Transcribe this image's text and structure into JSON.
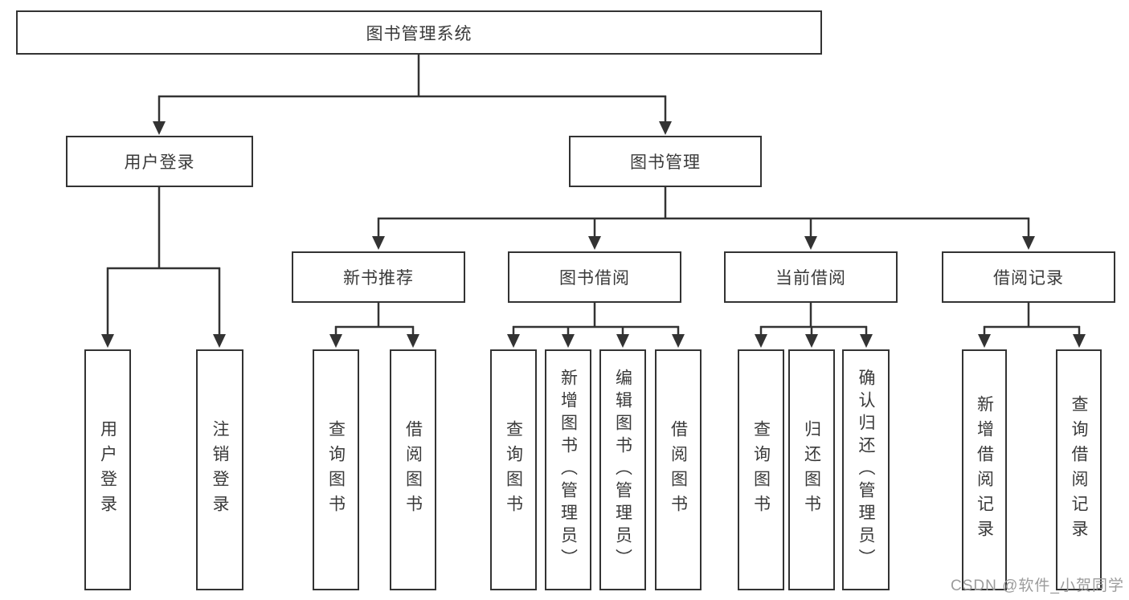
{
  "diagram": {
    "root": {
      "label": "图书管理系统"
    },
    "user_login": {
      "label": "用户登录",
      "leaves": [
        {
          "label": "用户登录"
        },
        {
          "label": "注销登录"
        }
      ]
    },
    "book_mgmt": {
      "label": "图书管理",
      "groups": [
        {
          "label": "新书推荐",
          "leaves": [
            {
              "label": "查询图书"
            },
            {
              "label": "借阅图书"
            }
          ]
        },
        {
          "label": "图书借阅",
          "leaves": [
            {
              "label": "查询图书"
            },
            {
              "label": "新增图书（管理员）"
            },
            {
              "label": "编辑图书（管理员）"
            },
            {
              "label": "借阅图书"
            }
          ]
        },
        {
          "label": "当前借阅",
          "leaves": [
            {
              "label": "查询图书"
            },
            {
              "label": "归还图书"
            },
            {
              "label": "确认归还（管理员）"
            }
          ]
        },
        {
          "label": "借阅记录",
          "leaves": [
            {
              "label": "新增借阅记录"
            },
            {
              "label": "查询借阅记录"
            }
          ]
        }
      ]
    }
  },
  "watermark": "CSDN @软件_小贺同学",
  "colors": {
    "line": "#333333",
    "border": "#333333",
    "background": "#ffffff",
    "text": "#3a3a3a",
    "watermark": "#9c9c9c"
  }
}
